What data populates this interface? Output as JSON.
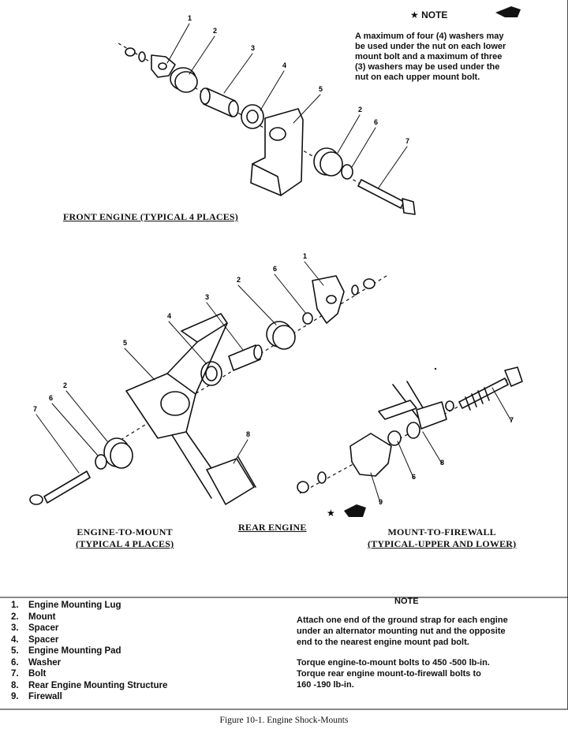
{
  "top_note": {
    "title": "NOTE",
    "text_lines": [
      "A maximum of four (4) washers may",
      "be used under the nut on each lower",
      "mount bolt and a maximum of three",
      "(3) washers may be used under the",
      "nut on each upper mount bolt."
    ]
  },
  "captions": {
    "front_engine": "FRONT ENGINE (TYPICAL 4 PLACES)",
    "engine_to_mount_1": "ENGINE-TO-MOUNT",
    "engine_to_mount_2": "(TYPICAL 4 PLACES)",
    "rear_engine": "REAR ENGINE",
    "mount_to_firewall_1": "MOUNT-TO-FIREWALL",
    "mount_to_firewall_2": "(TYPICAL-UPPER AND LOWER)"
  },
  "legend": [
    {
      "n": "1.",
      "label": "Engine Mounting Lug"
    },
    {
      "n": "2.",
      "label": "Mount"
    },
    {
      "n": "3.",
      "label": "Spacer"
    },
    {
      "n": "4.",
      "label": "Spacer"
    },
    {
      "n": "5.",
      "label": "Engine Mounting Pad"
    },
    {
      "n": "6.",
      "label": "Washer"
    },
    {
      "n": "7.",
      "label": "Bolt"
    },
    {
      "n": "8.",
      "label": "Rear Engine Mounting Structure"
    },
    {
      "n": "9.",
      "label": "Firewall"
    }
  ],
  "bottom_note": {
    "title": "NOTE",
    "para1": [
      "Attach one end of the ground strap for each engine",
      "under an alternator mounting nut and the opposite",
      "end to the nearest engine mount pad bolt."
    ],
    "para2": [
      "Torque engine-to-mount bolts to 450 -500 lb-in.",
      "Torque rear engine mount-to-firewall bolts to",
      "160 -190 lb-in."
    ]
  },
  "figure_caption": "Figure 10-1.  Engine Shock-Mounts",
  "callouts": {
    "front": [
      "1",
      "2",
      "3",
      "4",
      "5",
      "2",
      "6",
      "7"
    ],
    "rear": [
      "1",
      "6",
      "2",
      "3",
      "4",
      "5",
      "2",
      "6",
      "7",
      "8",
      "7",
      "8",
      "6",
      "9"
    ]
  }
}
